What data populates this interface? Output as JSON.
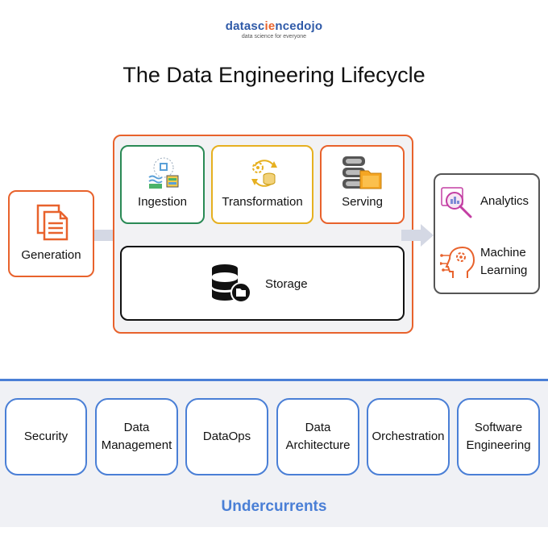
{
  "logo": {
    "part1": "datasc",
    "part2": "ie",
    "part3": "ncedojo",
    "tagline": "data science for everyone"
  },
  "title": "The Data Engineering Lifecycle",
  "generation": {
    "label": "Generation",
    "icon": "document-icon"
  },
  "stages": {
    "ingestion": {
      "label": "Ingestion",
      "icon": "ingestion-icon"
    },
    "transformation": {
      "label": "Transformation",
      "icon": "transformation-icon"
    },
    "serving": {
      "label": "Serving",
      "icon": "server-folder-icon"
    },
    "storage": {
      "label": "Storage",
      "icon": "database-icon"
    }
  },
  "outputs": {
    "analytics": {
      "label": "Analytics",
      "icon": "analytics-magnifier-icon"
    },
    "ml": {
      "line1": "Machine",
      "line2": "Learning",
      "icon": "ml-head-icon"
    }
  },
  "undercurrents": {
    "title": "Undercurrents",
    "items": [
      {
        "line1": "Security",
        "line2": ""
      },
      {
        "line1": "Data",
        "line2": "Management"
      },
      {
        "line1": "DataOps",
        "line2": ""
      },
      {
        "line1": "Data",
        "line2": "Architecture"
      },
      {
        "line1": "Orchestration",
        "line2": ""
      },
      {
        "line1": "Software",
        "line2": "Engineering"
      }
    ]
  },
  "colors": {
    "orange": "#e8622c",
    "green": "#2a8a55",
    "yellow": "#e6b020",
    "blue": "#4a7fd6",
    "arrow": "#d4d8e4"
  }
}
